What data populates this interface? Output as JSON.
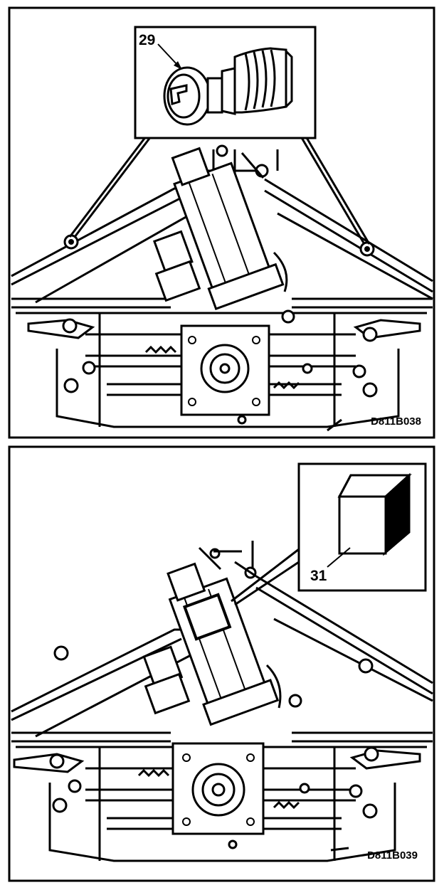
{
  "figures": [
    {
      "code": "D811B038",
      "callout": "29",
      "part": "screw"
    },
    {
      "code": "D811B039",
      "callout": "31",
      "part": "foam-block"
    }
  ],
  "colors": {
    "ink": "#000000",
    "paper": "#ffffff"
  }
}
